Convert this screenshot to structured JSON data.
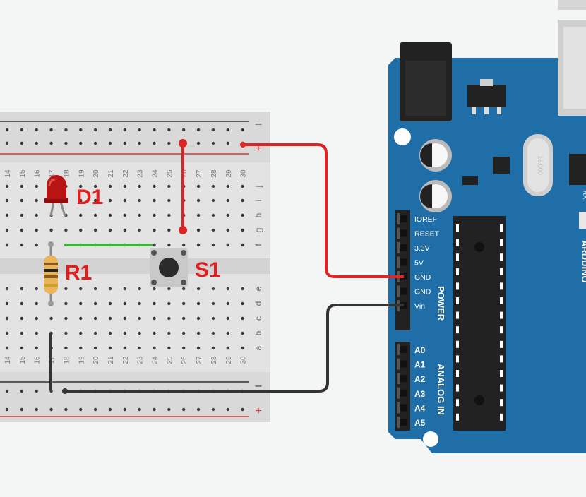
{
  "breadboard": {
    "columns": [
      "14",
      "15",
      "16",
      "17",
      "18",
      "19",
      "20",
      "21",
      "22",
      "23",
      "24",
      "25",
      "26",
      "27",
      "28",
      "29",
      "30"
    ],
    "top_row_letters": [
      "j",
      "i",
      "h",
      "g",
      "f"
    ],
    "bottom_row_letters": [
      "e",
      "d",
      "c",
      "b",
      "a"
    ],
    "rail_minus": "–",
    "rail_plus": "+"
  },
  "components": {
    "led_label": "D1",
    "resistor_label": "R1",
    "switch_label": "S1"
  },
  "arduino": {
    "power_header_labels": [
      "IOREF",
      "RESET",
      "3.3V",
      "5V",
      "GND",
      "GND",
      "Vin"
    ],
    "power_group_label": "POWER",
    "analog_header_labels": [
      "A0",
      "A1",
      "A2",
      "A3",
      "A4",
      "A5"
    ],
    "analog_group_label": "ANALOG IN",
    "brand_text": "ARDUINO",
    "rx_label": "RX",
    "crystal_text": "16.000"
  },
  "colors": {
    "wire_5v": "#e02424",
    "wire_gnd": "#333333",
    "wire_jumper": "#3cb43c",
    "board_blue": "#1f6ea8",
    "label_red": "#e11d1d"
  }
}
